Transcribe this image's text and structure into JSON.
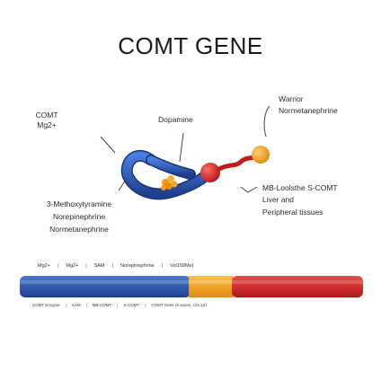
{
  "title": "COMT GENE",
  "labels": {
    "comt": "COMT",
    "mg2": "Mg2+",
    "dopamine": "Dopamine",
    "warrior": "Warrior",
    "normetanephrine_top": "Normetanephrine",
    "methoxy": "3-Methoxytyramine",
    "norepinephrine": "Norepinephrine",
    "normetanephrine_left": "Normetanephrine",
    "mb": "MB-Loolsthe S-COMT",
    "liver": "Liver and",
    "peripheral": "Peripheral tissues"
  },
  "top_row": [
    "Mg2+",
    "Mg2+",
    "SAM",
    "Norepinephrine",
    "Vol158Met"
  ],
  "bottom_row": [
    "COMT Enzyme",
    "SAM",
    "MB-COMT",
    "S-COMT",
    "COMT Gene (6 exons, Chr 22)"
  ],
  "colors": {
    "bar_blue": "#2f55a8",
    "bar_orange": "#f5a623",
    "bar_red": "#d62a2a",
    "molecule_blue": "#2f5fb8",
    "molecule_red": "#e02424",
    "molecule_orange": "#f5a020"
  }
}
